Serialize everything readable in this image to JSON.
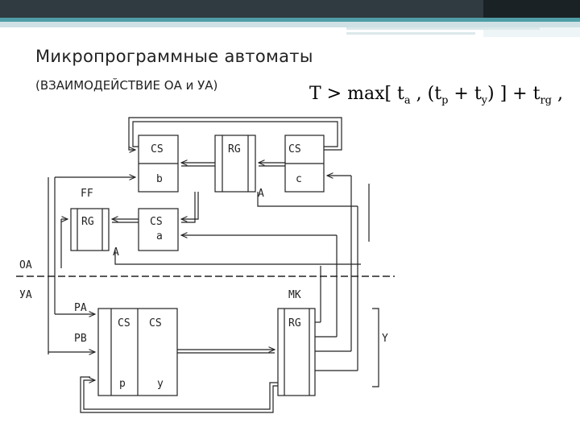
{
  "slide": {
    "title": "Микропрограммные автоматы",
    "subtitle": "(ВЗАИМОДЕЙСТВИЕ ОА и УА)",
    "formula": {
      "lhs": "T > max[ t",
      "s1": "a",
      "mid1": " , (t",
      "s2": "p",
      "mid2": " + t",
      "s3": "y",
      "mid3": ") ] + t",
      "s4": "rg",
      "tail": " ,"
    }
  },
  "diagram": {
    "labels": {
      "cs_b_top": "CS",
      "cs_b_bottom": "b",
      "rg_top": "RG",
      "cs_c_top": "CS",
      "cs_c_bottom": "c",
      "ff": "FF",
      "rg_ff": "RG",
      "cs_a_top": "CS",
      "cs_a_bottom": "a",
      "a_top": "A",
      "a_mid": "A",
      "oa": "ОА",
      "ua": "УА",
      "pa": "PA",
      "pb": "PB",
      "cs_p_top": "CS",
      "cs_p_bottom": "p",
      "cs_y_top": "CS",
      "cs_y_bottom": "y",
      "mk": "МК",
      "mk_rg": "RG",
      "y": "Y"
    }
  }
}
